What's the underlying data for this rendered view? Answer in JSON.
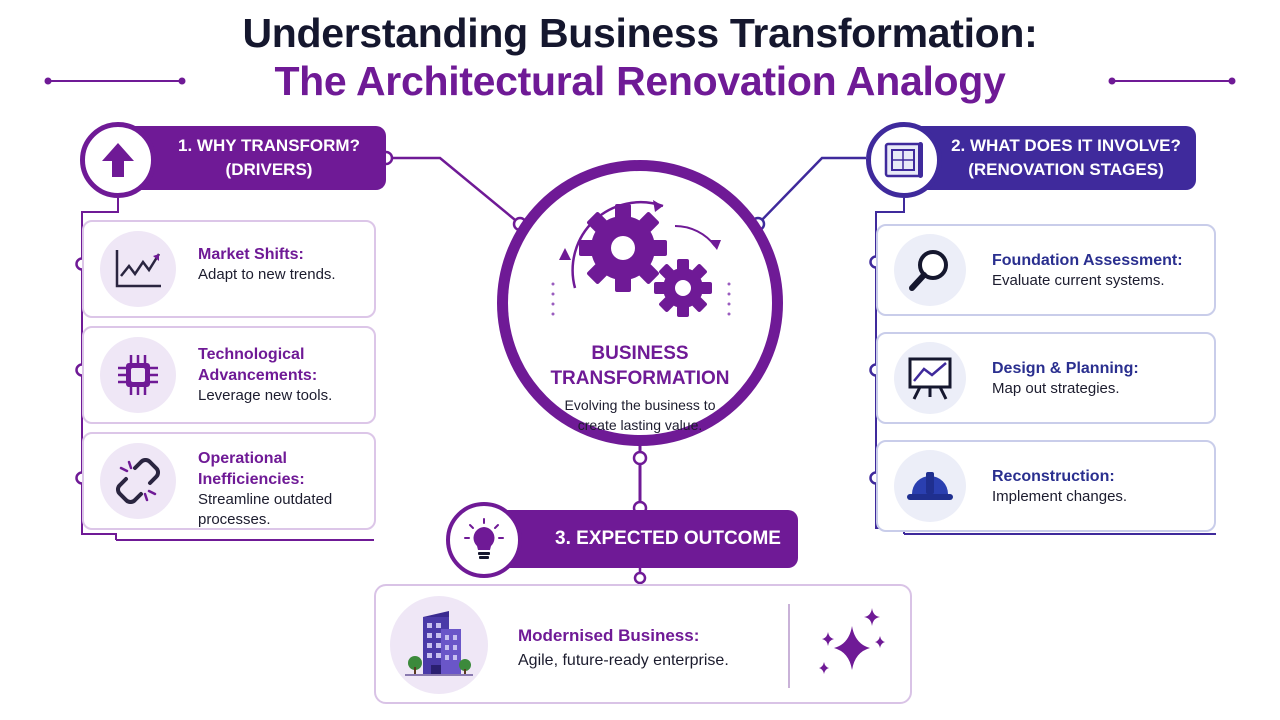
{
  "title": {
    "line1": "Understanding Business Transformation:",
    "line2": "The Architectural Renovation Analogy"
  },
  "colors": {
    "purple": "#6f1a96",
    "indigo": "#3f2a9c",
    "navy_text": "#15172e"
  },
  "center": {
    "icon": "gears-icon",
    "title_line1": "BUSINESS",
    "title_line2": "TRANSFORMATION",
    "text_line1": "Evolving the business to",
    "text_line2": "create lasting value."
  },
  "drivers": {
    "header_line1": "1. WHY TRANSFORM?",
    "header_line2": "(DRIVERS)",
    "header_icon": "arrow-up-icon",
    "items": [
      {
        "icon": "trend-chart-icon",
        "title_line1": "Market Shifts:",
        "title_line2": "",
        "text_line1": "Adapt to new trends.",
        "text_line2": ""
      },
      {
        "icon": "chip-icon",
        "title_line1": "Technological",
        "title_line2": "Advancements:",
        "text_line1": "Leverage new tools.",
        "text_line2": ""
      },
      {
        "icon": "broken-link-icon",
        "title_line1": "Operational",
        "title_line2": "Inefficiencies:",
        "text_line1": "Streamline outdated",
        "text_line2": "processes."
      }
    ]
  },
  "stages": {
    "header_line1": "2. WHAT DOES IT INVOLVE?",
    "header_line2": "(RENOVATION STAGES)",
    "header_icon": "blueprint-icon",
    "items": [
      {
        "icon": "magnifier-icon",
        "title": "Foundation Assessment:",
        "text": "Evaluate current systems."
      },
      {
        "icon": "easel-plan-icon",
        "title": "Design & Planning:",
        "text": "Map out strategies."
      },
      {
        "icon": "hard-hat-icon",
        "title": "Reconstruction:",
        "text": "Implement changes."
      }
    ]
  },
  "outcome": {
    "header": "3. EXPECTED OUTCOME",
    "header_icon": "lightbulb-icon",
    "icon": "building-icon",
    "title": "Modernised Business:",
    "text": "Agile, future-ready enterprise.",
    "accent_icon": "sparkles-icon"
  }
}
